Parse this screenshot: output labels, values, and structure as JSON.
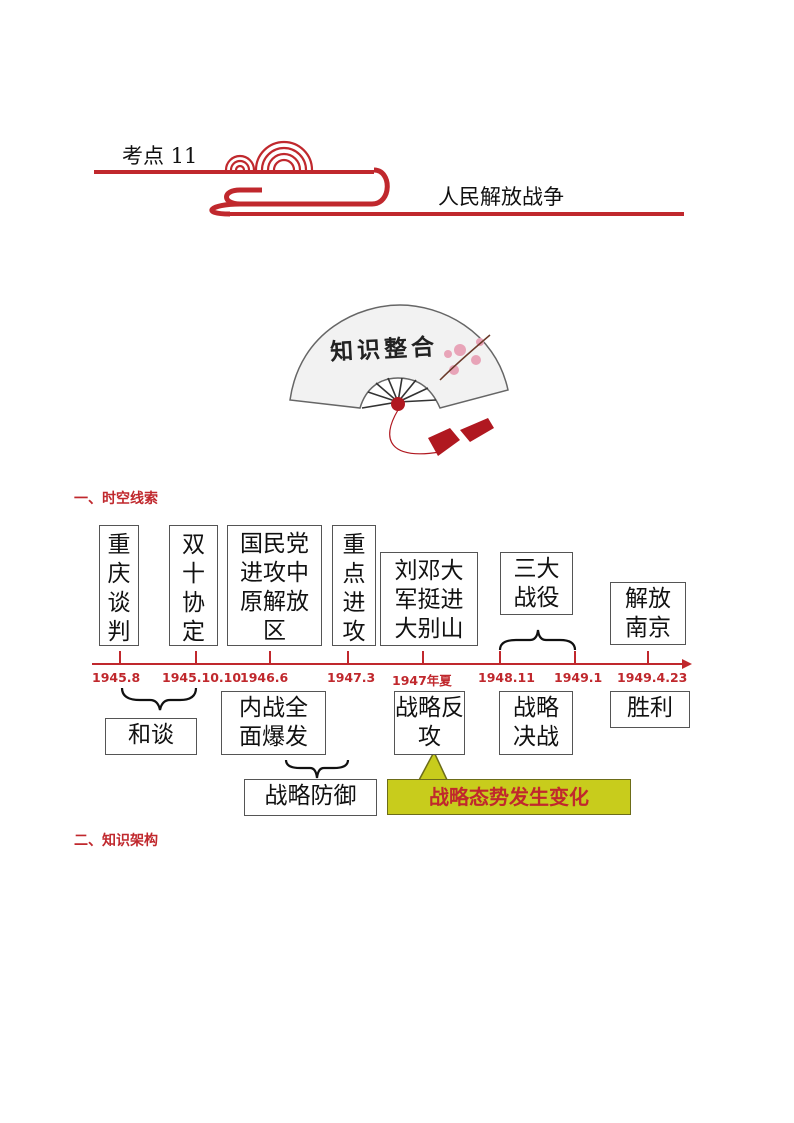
{
  "header": {
    "label": "考点 11",
    "topic": "人民解放战争"
  },
  "fan": {
    "title": "知识整合"
  },
  "sections": {
    "s1": "一、时空线索",
    "s2": "二、知识架构"
  },
  "timeline": {
    "events": [
      "重\n庆\n谈\n判",
      "双\n十\n协\n定",
      "国民党\n进攻中\n原解放\n区",
      "重\n点\n进\n攻",
      "刘邓大\n军挺进\n大别山",
      "三大\n战役",
      "解放\n南京"
    ],
    "dates": [
      "1945.8",
      "1945.10.10",
      "1946.6",
      "1947.3",
      "1947年夏",
      "1948.11",
      "1949.1",
      "1949.4.23"
    ],
    "phases": {
      "talks": "和谈",
      "war_outbreak": "内战全\n面爆发",
      "defense": "战略防御",
      "counter": "战略反\n攻",
      "decisive": "战略\n决战",
      "victory": "胜利",
      "shift": "战略态势发生变化"
    }
  },
  "colors": {
    "accent_red": "#c0282d",
    "highlight_yellow": "#c8cc1c"
  }
}
